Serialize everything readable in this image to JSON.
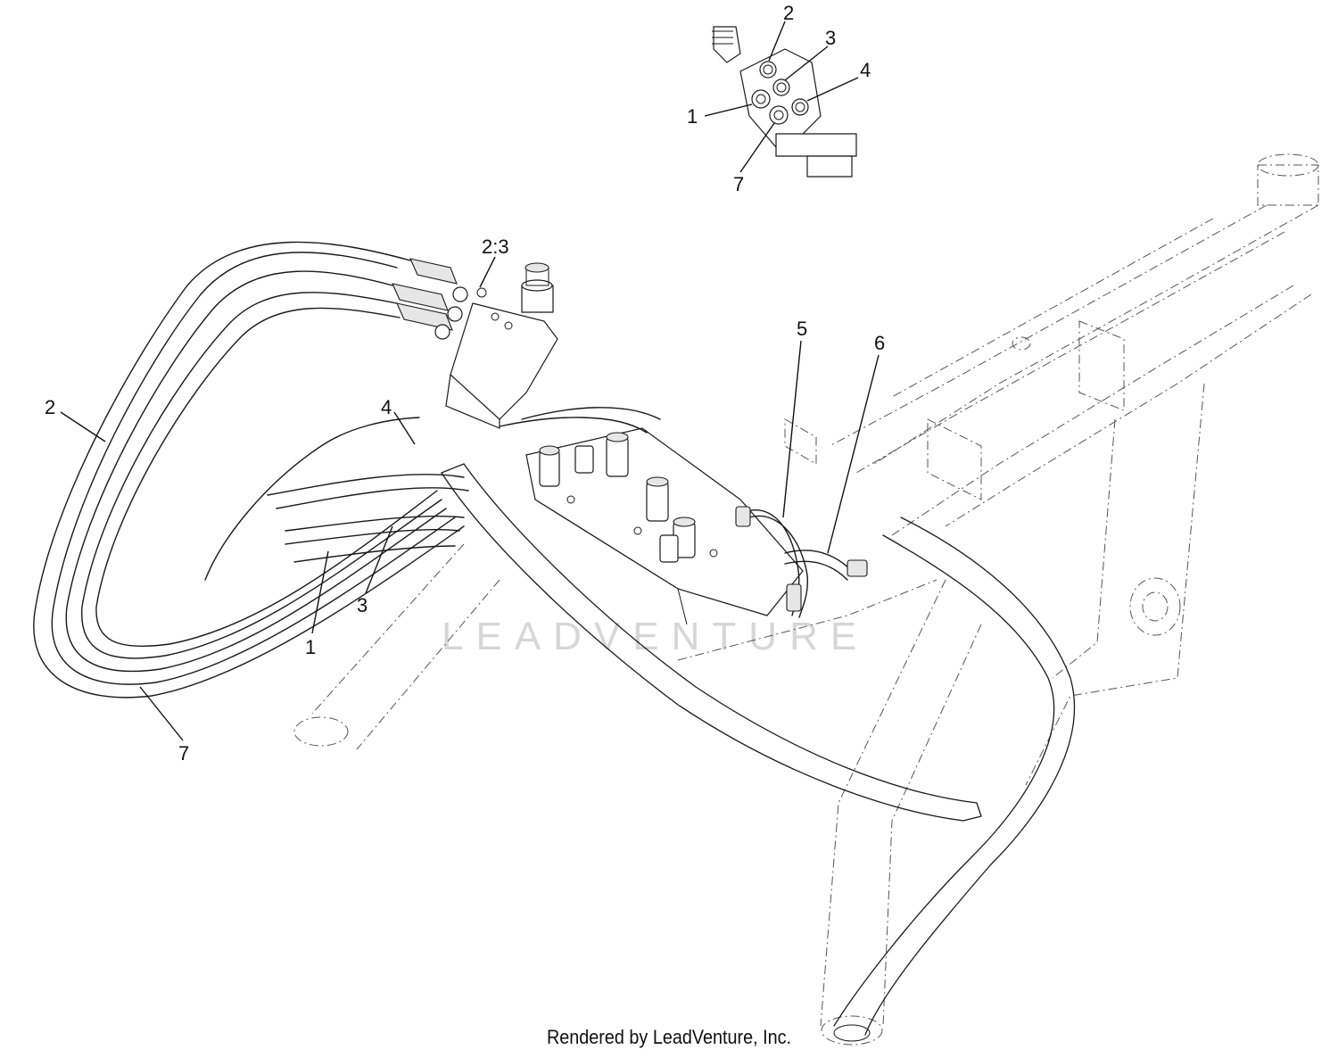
{
  "callouts": [
    {
      "id": "c2-top",
      "text": "2"
    },
    {
      "id": "c3-top",
      "text": "3"
    },
    {
      "id": "c4-top",
      "text": "4"
    },
    {
      "id": "c1-top",
      "text": "1"
    },
    {
      "id": "c7-top",
      "text": "7"
    },
    {
      "id": "c23",
      "text": "2:3"
    },
    {
      "id": "c5",
      "text": "5"
    },
    {
      "id": "c6",
      "text": "6"
    },
    {
      "id": "c2",
      "text": "2"
    },
    {
      "id": "c4",
      "text": "4"
    },
    {
      "id": "c3",
      "text": "3"
    },
    {
      "id": "c1",
      "text": "1"
    },
    {
      "id": "c7",
      "text": "7"
    }
  ],
  "watermark": "LEADVENTURE",
  "credit": "Rendered by LeadVenture, Inc."
}
